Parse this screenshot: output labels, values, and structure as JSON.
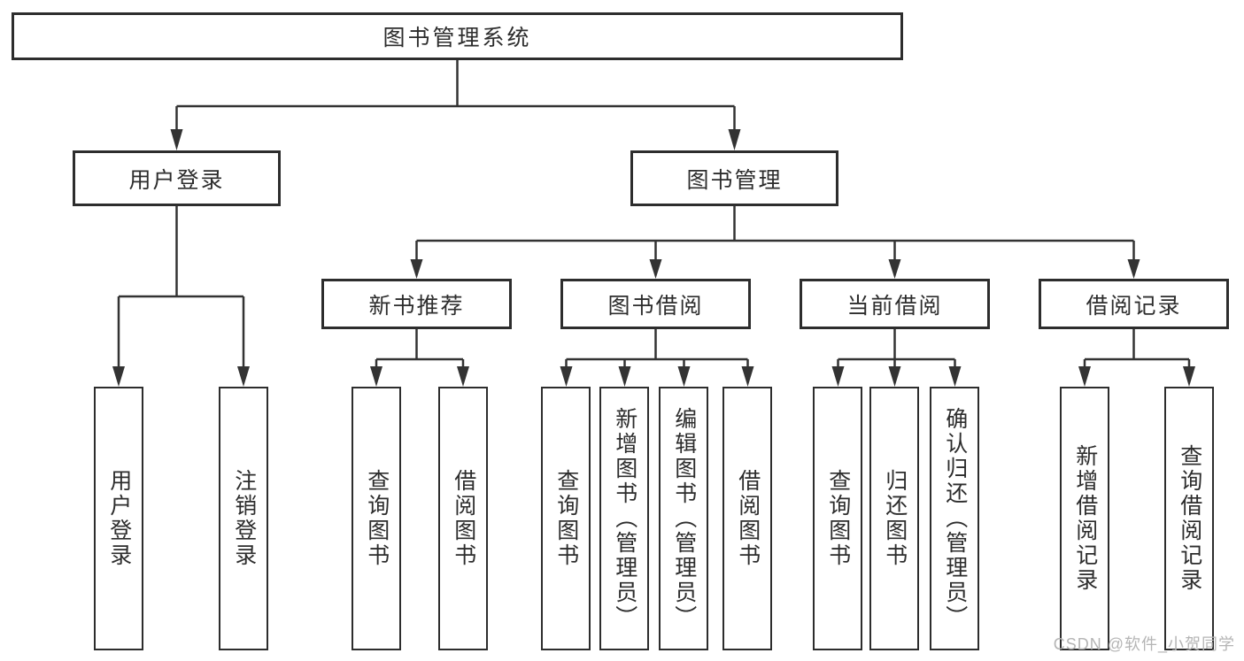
{
  "diagram": {
    "root": "图书管理系统",
    "level1": [
      "用户登录",
      "图书管理"
    ],
    "level2": [
      "新书推荐",
      "图书借阅",
      "当前借阅",
      "借阅记录"
    ],
    "leaves": {
      "user_login": [
        "用户登录",
        "注销登录"
      ],
      "new_book": [
        "查询图书",
        "借阅图书"
      ],
      "book_borrow": [
        "查询图书",
        "新增图书（管理员）",
        "编辑图书（管理员）",
        "借阅图书"
      ],
      "current_borrow": [
        "查询图书",
        "归还图书",
        "确认归还（管理员）"
      ],
      "borrow_records": [
        "新增借阅记录",
        "查询借阅记录"
      ]
    }
  },
  "watermark": "CSDN @软件_小贺同学",
  "colors": {
    "line": "#333333",
    "text": "#2d2d2d",
    "watermark": "#b5b5b5",
    "background": "#ffffff"
  }
}
